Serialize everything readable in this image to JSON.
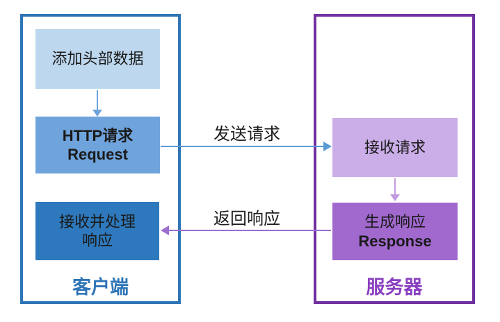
{
  "diagram": {
    "client": {
      "title": "客户端",
      "boxes": [
        {
          "lines": [
            "添加头部数据"
          ]
        },
        {
          "lines": [
            "HTTP请求",
            "Request"
          ]
        },
        {
          "lines": [
            "接收并处理",
            "响应"
          ]
        }
      ]
    },
    "server": {
      "title": "服务器",
      "boxes": [
        {
          "lines": [
            "接收请求"
          ]
        },
        {
          "lines": [
            "生成响应",
            "Response"
          ]
        }
      ]
    },
    "arrows": {
      "send_label": "发送请求",
      "return_label": "返回响应"
    }
  },
  "colors": {
    "client_border": "#2E75B6",
    "client_box_light": "#BDD7EE",
    "client_box_medium": "#6FA3DB",
    "client_box_dark": "#2E79BD",
    "client_title_text": "#2E75B6",
    "server_border": "#7030A0",
    "server_box_light": "#CBAEE8",
    "server_box_medium": "#A169CE",
    "server_title_text": "#8A3FC0",
    "arrow_blue": "#5B9BD5",
    "arrow_blue_light": "#6FA3DB",
    "arrow_purple": "#9B6FD0",
    "arrow_purple_light": "#C39BE0",
    "box_text": "#1a1a1a"
  }
}
